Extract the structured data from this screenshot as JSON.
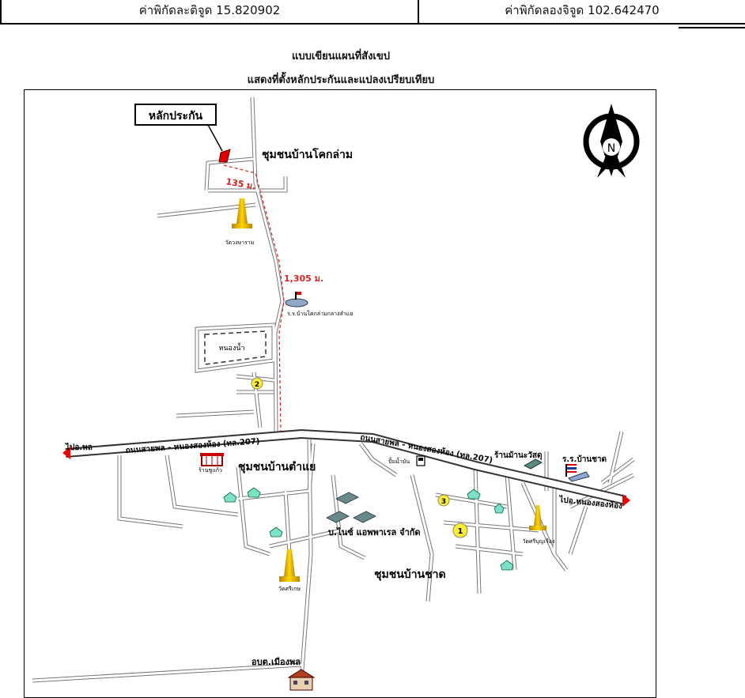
{
  "coordinates": {
    "latitude_label": "ค่าพิกัดละติจูด 15.820902",
    "longitude_label": "ค่าพิกัดลองจิจูด 102.642470"
  },
  "title": {
    "line1": "แบบเขียนแผนที่สังเขป",
    "line2": "แสดงที่ตั้งหลักประกันและแปลงเปรียบเทียบ"
  },
  "map": {
    "collateral_label": "หลักประกัน",
    "north_letter": "N",
    "distance_short": "135 ม.",
    "distance_long": "1,305 ม.",
    "community_khok_lam": "ชุมชนบ้านโคกล่าม",
    "community_tamyae": "ชุมชนบ้านตำแย",
    "community_chat": "ชุมชนบ้านชาด",
    "temple_wongnaram": "วัดวงษาราม",
    "school_khok_lam": "ร.ร.บ้านโคกล่ามกลางลำแย",
    "pond": "หนองน้ำ",
    "road_label_left": "ถนนสายพล - หนองสองห้อง (ทล.207)",
    "road_label_right": "ถนนสายพล - หนองสองห้อง (ทล.207)",
    "to_phon": "ไปอ.พล",
    "to_nong_song_hong": "ไปอ.หนองสองห้อง",
    "gas_station": "ปั้มน้ำมัน",
    "hardware_store": "ร้านม้านะวัสดุ",
    "school_chat": "ร.ร.บ้านชาด",
    "gold_shop": "ร้านชูแก้ว",
    "company": "บ.ไนซ์ แอพพาเรล จำกัด",
    "temple_sri_bunrueang": "วัดศรีบุญเรือง",
    "temple_sri_kasem": "วัดศรีเกษ",
    "sao": "อบต.เมืองพล",
    "marker_1": "1",
    "marker_2": "2",
    "marker_3": "3"
  }
}
